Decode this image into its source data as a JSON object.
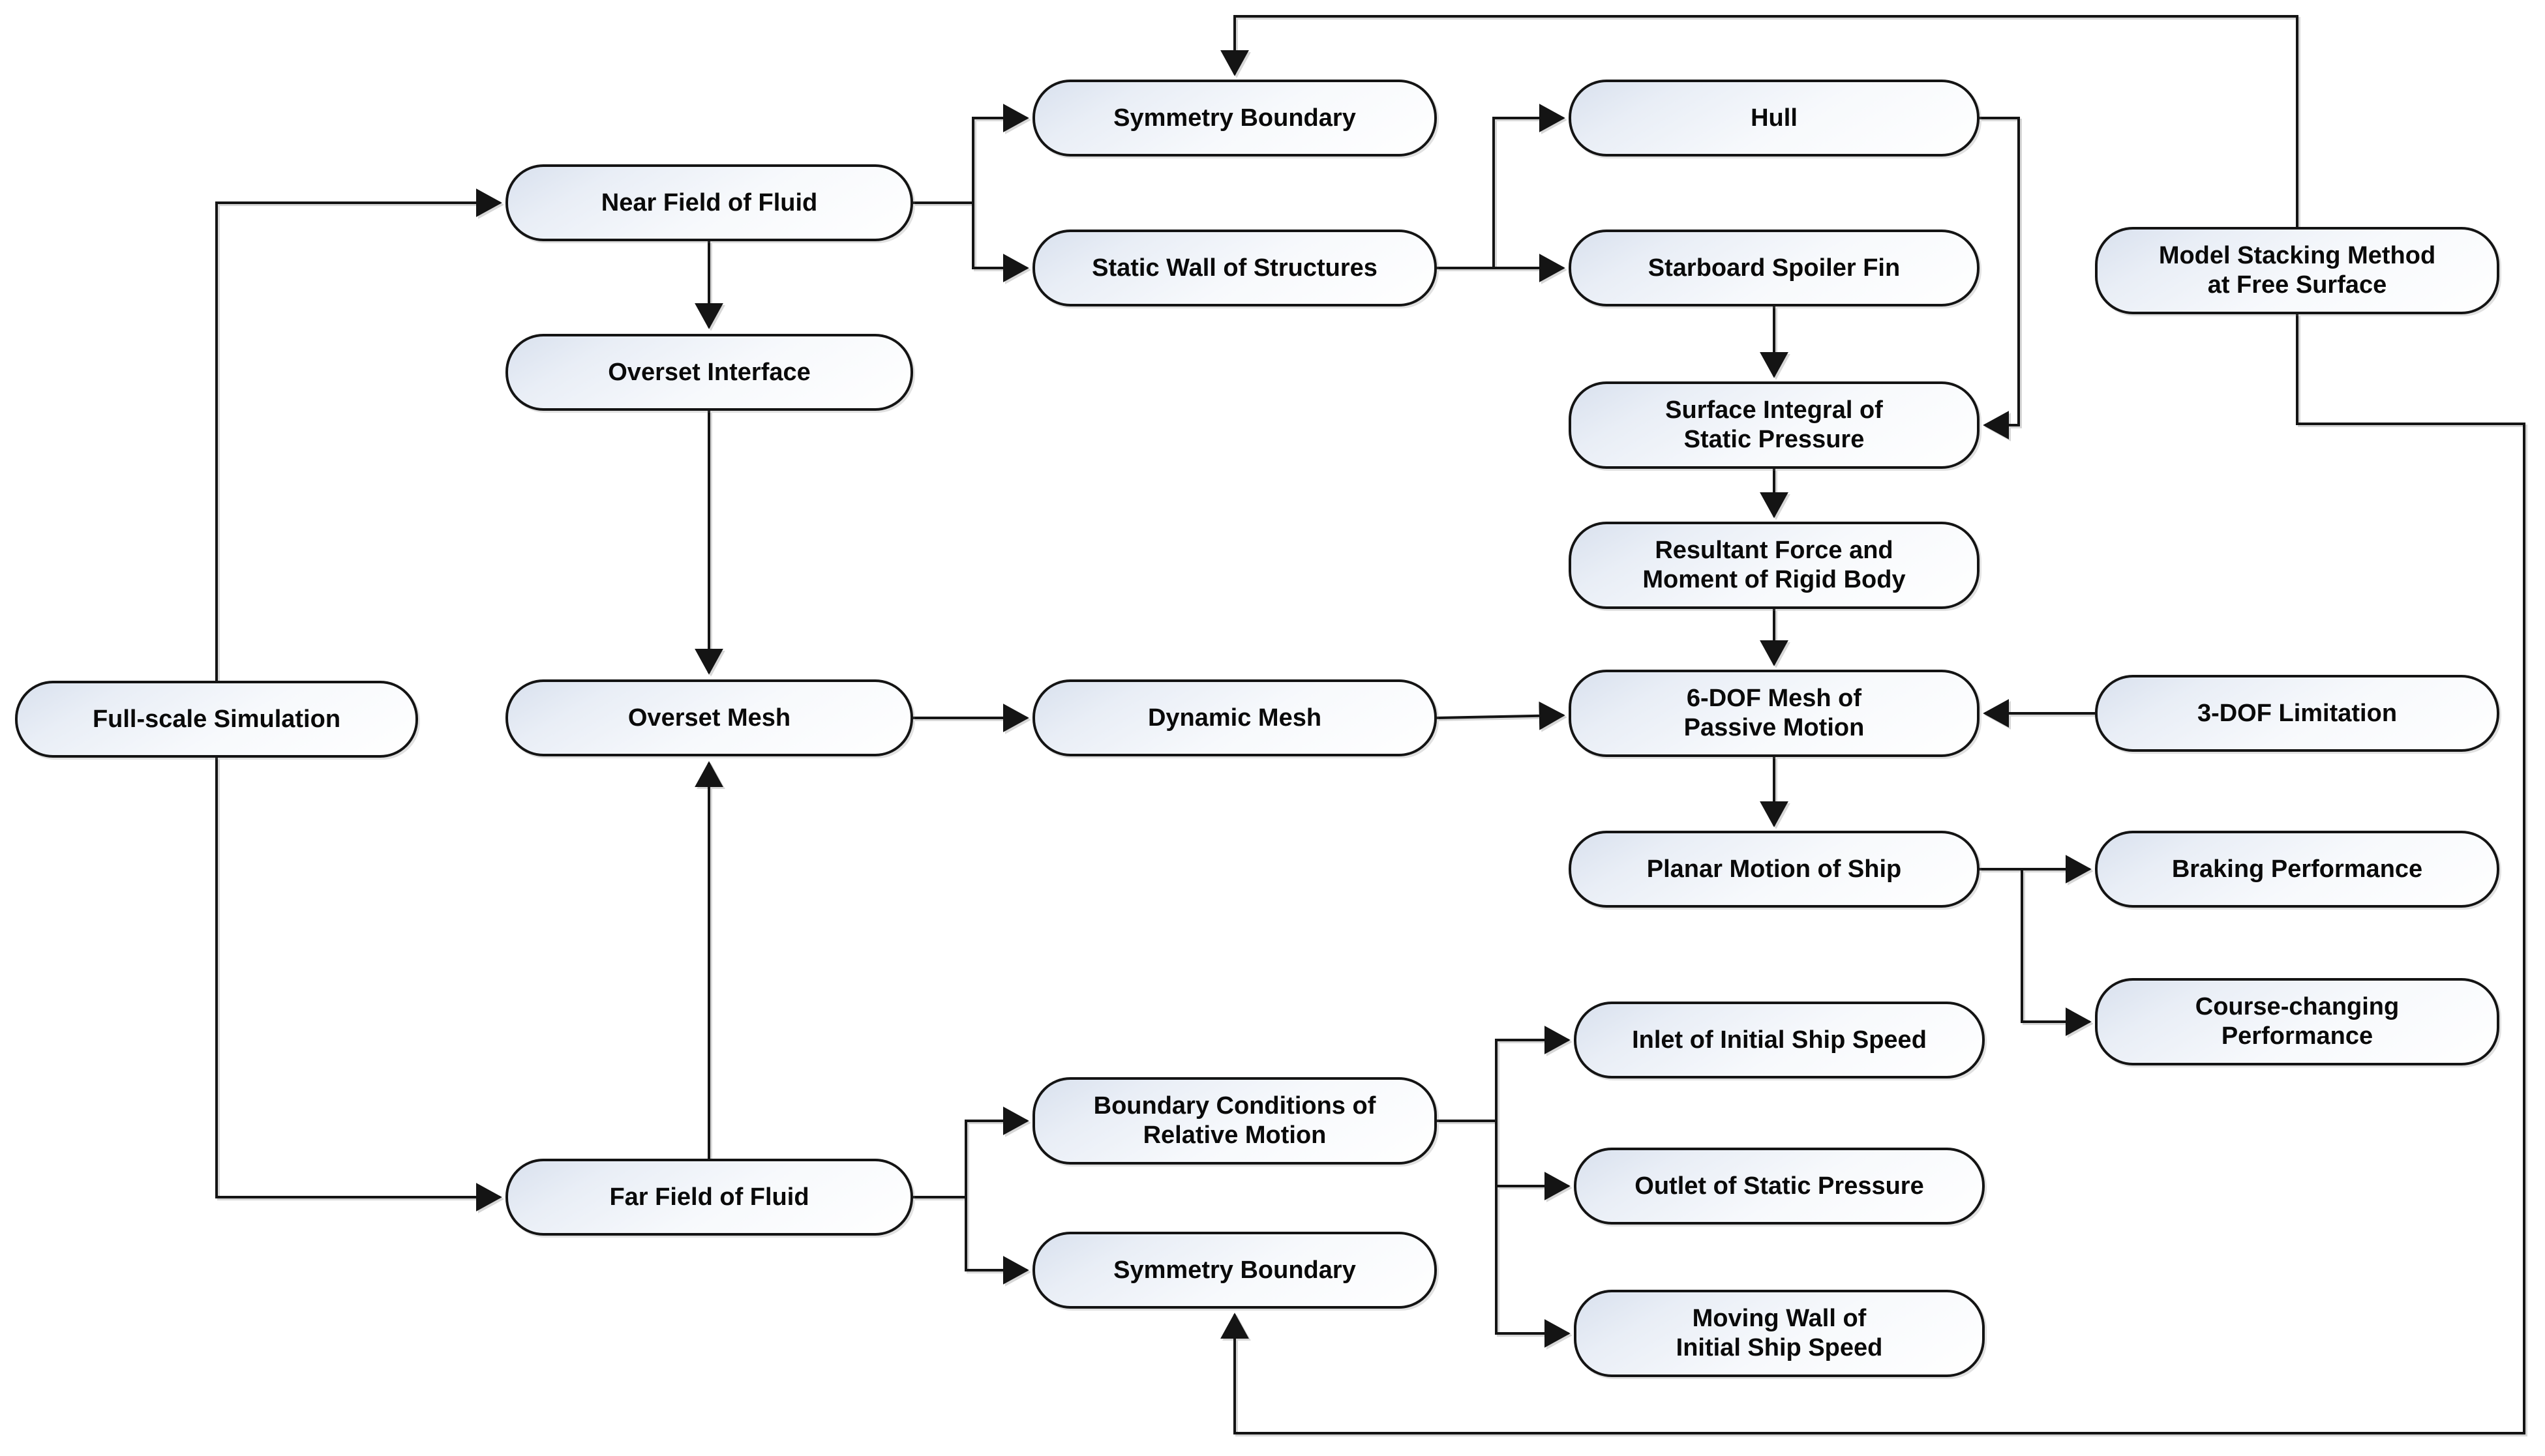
{
  "diagram": {
    "type": "flowchart",
    "background_color": "#ffffff",
    "node_border_color": "#141414",
    "node_fill_gradient": [
      "#d9e1ee",
      "#ffffff"
    ],
    "connector_color": "#141414",
    "text_color": "#0a0a0a",
    "nodes": {
      "full_scale": {
        "label": "Full-scale Simulation"
      },
      "near_field": {
        "label": "Near Field of Fluid"
      },
      "overset_interface": {
        "label": "Overset Interface"
      },
      "overset_mesh": {
        "label": "Overset Mesh"
      },
      "far_field": {
        "label": "Far Field of Fluid"
      },
      "symmetry_top": {
        "label": "Symmetry Boundary"
      },
      "static_wall": {
        "label": "Static Wall of Structures"
      },
      "dynamic_mesh": {
        "label": "Dynamic Mesh"
      },
      "boundary_conditions": {
        "label": "Boundary Conditions of\nRelative Motion"
      },
      "symmetry_bottom": {
        "label": "Symmetry Boundary"
      },
      "hull": {
        "label": "Hull"
      },
      "starboard": {
        "label": "Starboard Spoiler Fin"
      },
      "surface_integral": {
        "label": "Surface Integral of\nStatic Pressure"
      },
      "resultant": {
        "label": "Resultant Force and\nMoment of Rigid Body"
      },
      "six_dof": {
        "label": "6-DOF Mesh of\nPassive Motion"
      },
      "planar": {
        "label": "Planar Motion of Ship"
      },
      "inlet": {
        "label": "Inlet of Initial Ship Speed"
      },
      "outlet": {
        "label": "Outlet of Static Pressure"
      },
      "moving_wall": {
        "label": "Moving Wall of\nInitial Ship Speed"
      },
      "model_stacking": {
        "label": "Model Stacking Method\nat Free Surface"
      },
      "three_dof": {
        "label": "3-DOF Limitation"
      },
      "braking": {
        "label": "Braking Performance"
      },
      "course": {
        "label": "Course-changing\nPerformance"
      }
    },
    "edges": [
      {
        "from": "full_scale",
        "to": "near_field"
      },
      {
        "from": "full_scale",
        "to": "far_field"
      },
      {
        "from": "near_field",
        "to": "symmetry_top"
      },
      {
        "from": "near_field",
        "to": "static_wall"
      },
      {
        "from": "near_field",
        "to": "overset_interface"
      },
      {
        "from": "overset_interface",
        "to": "overset_mesh"
      },
      {
        "from": "far_field",
        "to": "overset_mesh"
      },
      {
        "from": "overset_mesh",
        "to": "dynamic_mesh"
      },
      {
        "from": "dynamic_mesh",
        "to": "six_dof"
      },
      {
        "from": "static_wall",
        "to": "hull"
      },
      {
        "from": "static_wall",
        "to": "starboard"
      },
      {
        "from": "hull",
        "to": "surface_integral"
      },
      {
        "from": "starboard",
        "to": "surface_integral"
      },
      {
        "from": "surface_integral",
        "to": "resultant"
      },
      {
        "from": "resultant",
        "to": "six_dof"
      },
      {
        "from": "three_dof",
        "to": "six_dof"
      },
      {
        "from": "six_dof",
        "to": "planar"
      },
      {
        "from": "planar",
        "to": "braking"
      },
      {
        "from": "planar",
        "to": "course"
      },
      {
        "from": "far_field",
        "to": "boundary_conditions"
      },
      {
        "from": "far_field",
        "to": "symmetry_bottom"
      },
      {
        "from": "boundary_conditions",
        "to": "inlet"
      },
      {
        "from": "boundary_conditions",
        "to": "outlet"
      },
      {
        "from": "boundary_conditions",
        "to": "moving_wall"
      },
      {
        "from": "model_stacking",
        "to": "symmetry_top"
      },
      {
        "from": "model_stacking",
        "to": "symmetry_bottom"
      }
    ]
  }
}
